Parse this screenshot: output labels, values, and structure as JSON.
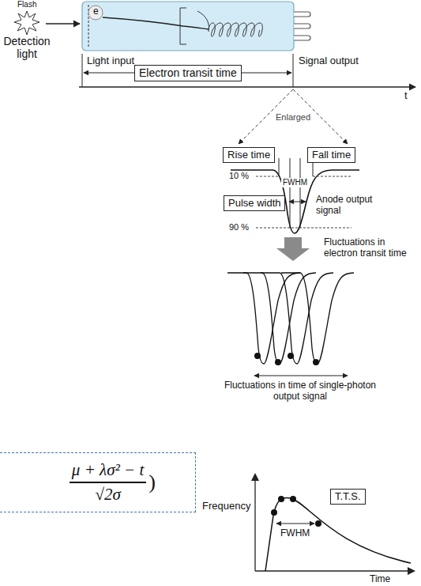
{
  "diagram": {
    "nodes": [
      {
        "text": [
          "Electron transit time"
        ]
      },
      {
        "text": [
          "Rise time"
        ]
      },
      {
        "text": [
          "Fall time"
        ]
      },
      {
        "text": [
          "Pulse width"
        ]
      },
      {
        "text": [
          "μ + λσ² − t",
          "√2σ",
          ")"
        ]
      },
      {
        "text": [
          "T.T.S."
        ]
      }
    ],
    "labels": [
      "Flash",
      "Detection light",
      "e",
      "Light input",
      "Signal output",
      "t",
      "Enlarged",
      "10 %",
      "FWHM",
      "Anode output signal",
      "90 %",
      "Fluctuations in electron transit time",
      "Fluctuations in time of single-photon output signal",
      "Frequency",
      "FWHM",
      "Time"
    ]
  }
}
